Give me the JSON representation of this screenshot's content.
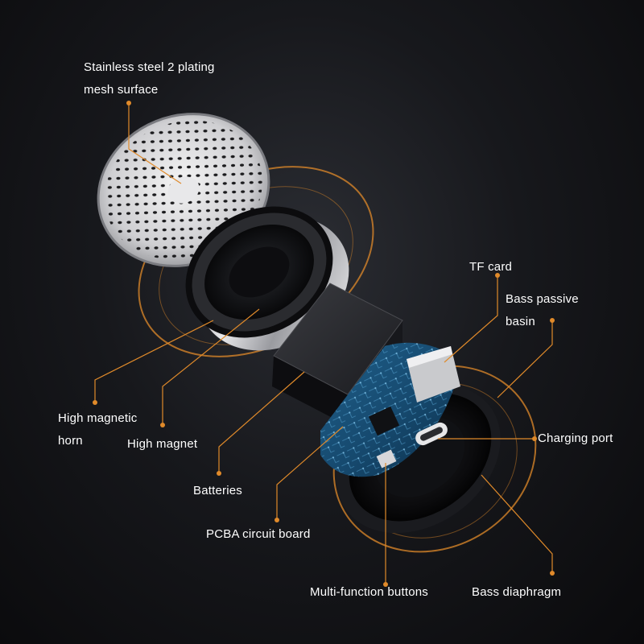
{
  "colors": {
    "accent": "#e08a2a",
    "background": "#111216",
    "label_text": "#ffffff"
  },
  "labels": {
    "mesh_surface": {
      "line1": "Stainless steel 2 plating",
      "line2": "mesh surface"
    },
    "tf_card": "TF card",
    "bass_passive_basin": {
      "line1": "Bass passive",
      "line2": "basin"
    },
    "high_magnetic_horn": {
      "line1": "High magnetic",
      "line2": "horn"
    },
    "high_magnet": "High magnet",
    "charging_port": "Charging port",
    "batteries": "Batteries",
    "pcba_circuit_board": "PCBA circuit board",
    "multi_function_buttons": "Multi-function buttons",
    "bass_diaphragm": "Bass diaphragm"
  }
}
